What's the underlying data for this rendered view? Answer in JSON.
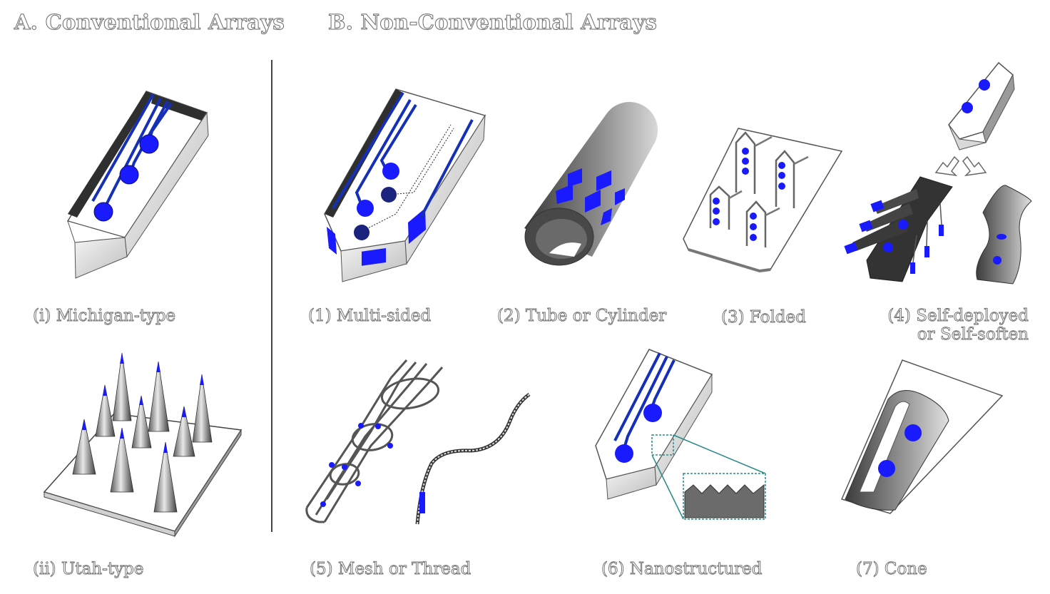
{
  "headings": {
    "conventional": "A. Conventional Arrays",
    "non_conventional": "B. Non-Conventional Arrays"
  },
  "captions": {
    "michigan": "(i) Michigan-type",
    "utah": "(ii) Utah-type",
    "multi_sided": "(1) Multi-sided",
    "tube": "(2) Tube or Cylinder",
    "folded": "(3) Folded",
    "self_deployed_line1": "(4) Self-deployed",
    "self_deployed_line2": "or Self-soften",
    "mesh": "(5) Mesh or Thread",
    "nano": "(6) Nanostructured",
    "cone": "(7) Cone"
  },
  "colors": {
    "electrode_blue": "#1a1aff",
    "trace_blue": "#1530b8",
    "dark_blue": "#1a237e",
    "shank_gray": "#4a4a4a",
    "teal_zoom": "#2a8a8a"
  }
}
